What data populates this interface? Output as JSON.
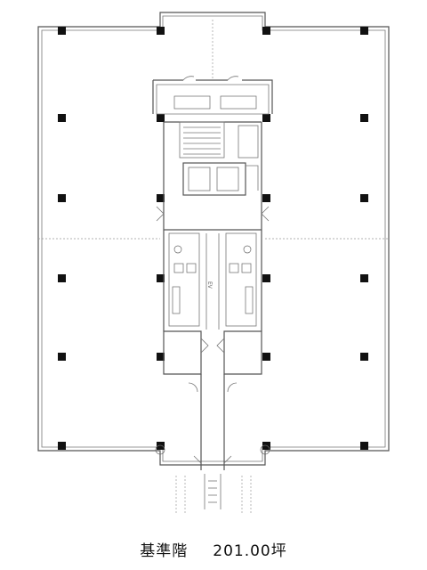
{
  "caption": {
    "floor_label": "基準階",
    "area_value": "201.00坪"
  },
  "plan": {
    "inline_label": "EV"
  }
}
